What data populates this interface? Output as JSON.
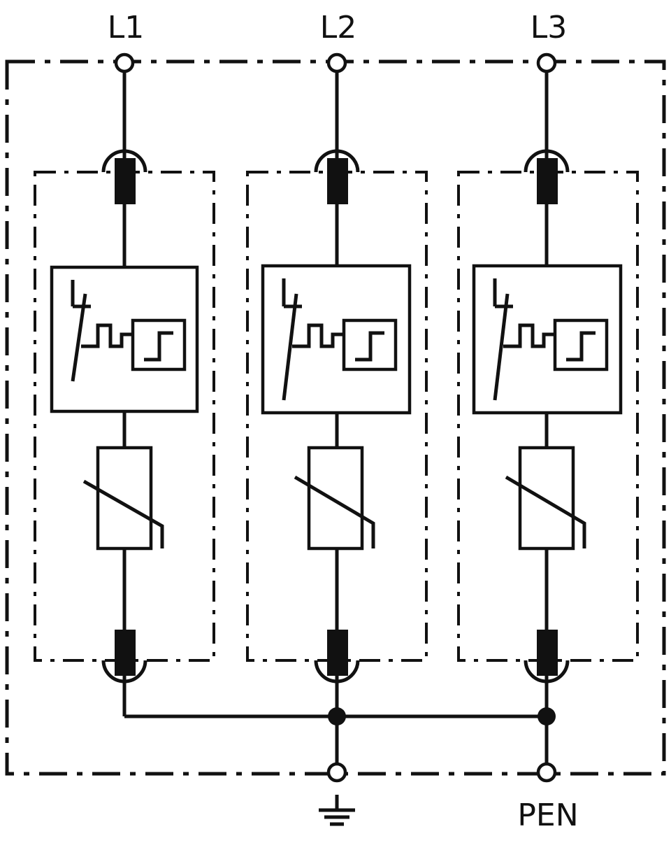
{
  "diagram": {
    "phases": [
      {
        "label": "L1"
      },
      {
        "label": "L2"
      },
      {
        "label": "L3"
      }
    ],
    "bottom_terminals": {
      "ground_label": "",
      "pen_label": "PEN"
    },
    "colors": {
      "ink": "#111111",
      "background": "#ffffff"
    }
  }
}
